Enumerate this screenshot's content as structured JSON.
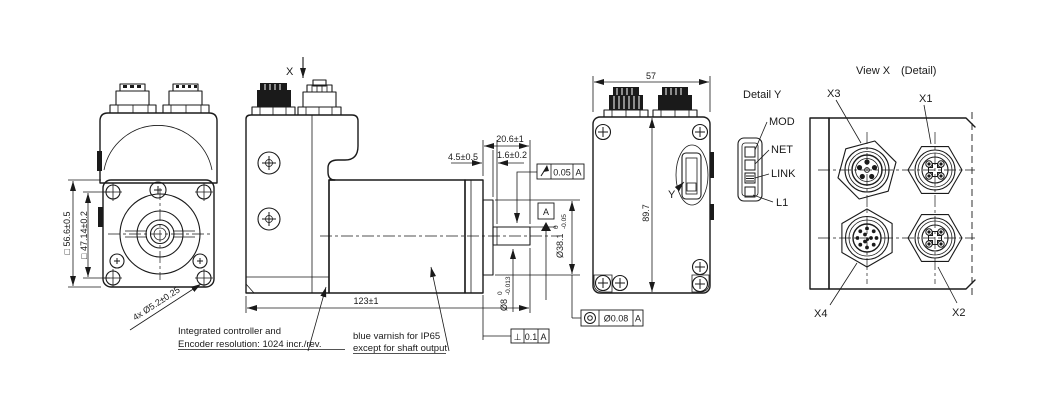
{
  "drawing": {
    "front_view": {
      "dim_outline": "□ 56.6±0.5",
      "dim_hole_spacing": "□ 47.14±0.2",
      "dim_holes": "4x Ø5.2±0.25"
    },
    "side_view": {
      "view_arrow_label": "X",
      "dim_length": "123±1",
      "dim_boss_depth": "4.5±0.5",
      "dim_shaft_length": "20.6±1",
      "dim_step": "1.6±0.2",
      "runout_frame": {
        "symbol": "circular-runout",
        "tolerance": "0.05",
        "datum": "A"
      },
      "datum_label": "A",
      "dim_pilot": {
        "value": "Ø38.1",
        "tol_upper": "0",
        "tol_lower": "-0.05"
      },
      "dim_shaft": {
        "value": "Ø8",
        "tol_upper": "0",
        "tol_lower": "-0.013"
      },
      "perpendicularity_frame": {
        "symbol": "⊥",
        "tolerance": "0.1",
        "datum": "A"
      },
      "concentricity_frame": {
        "symbol": "concentricity",
        "tolerance": "Ø0.08",
        "datum": "A"
      },
      "note_controller_line1": "Integrated controller and",
      "note_controller_line2": "Encoder resolution: 1024 incr./rev.",
      "note_varnish_line1": "blue varnish for IP65",
      "note_varnish_line2": "except for shaft output"
    },
    "back_view": {
      "dim_width": "57",
      "dim_height": "89.7",
      "detail_marker": "Y"
    },
    "detail_y": {
      "title": "Detail Y",
      "led_labels": [
        "MOD",
        "NET",
        "LINK",
        "L1"
      ]
    },
    "view_x": {
      "title": "View X",
      "title_suffix": "(Detail)",
      "connector_labels": {
        "x3": "X3",
        "x1": "X1",
        "x4": "X4",
        "x2": "X2"
      }
    }
  }
}
